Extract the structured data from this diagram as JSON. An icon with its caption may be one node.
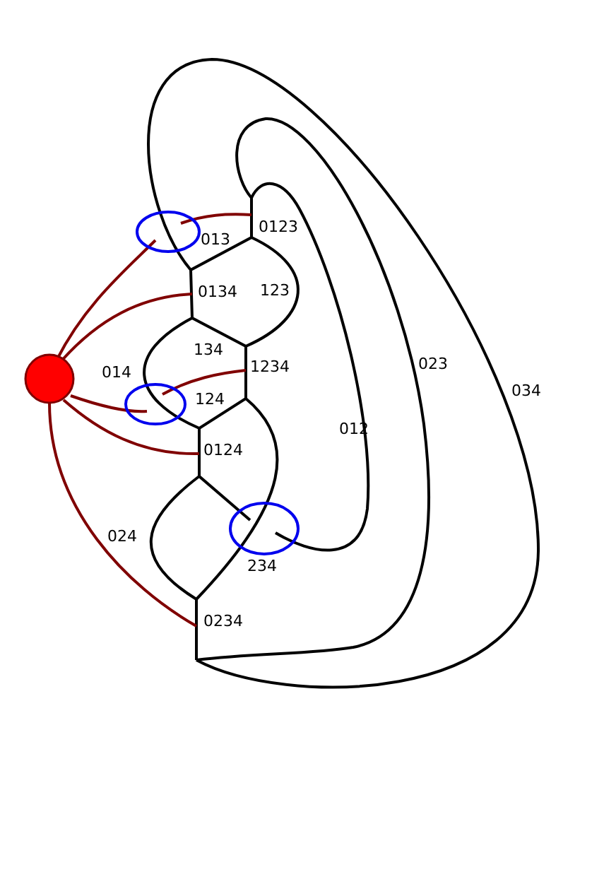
{
  "diagram": {
    "labels": [
      "0123",
      "013",
      "123",
      "0134",
      "134",
      "1234",
      "023",
      "014",
      "034",
      "124",
      "012",
      "0124",
      "024",
      "234",
      "0234"
    ]
  }
}
